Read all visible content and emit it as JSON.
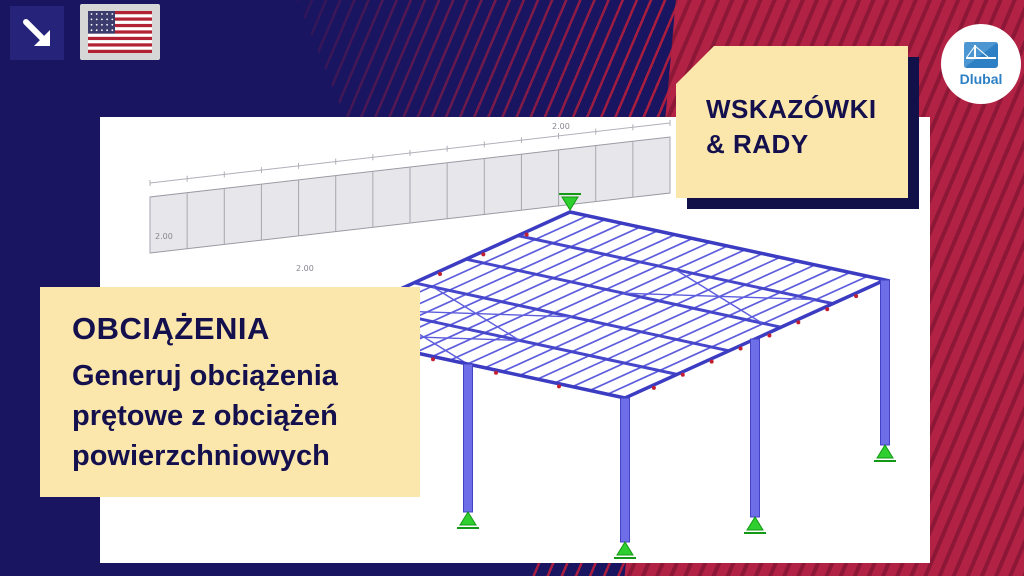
{
  "tips_badge": {
    "line1": "WSKAZÓWKI",
    "line2": "& RADY"
  },
  "caption_box": {
    "heading": "OBCIĄŻENIA",
    "lines": [
      "Generuj obciążenia",
      "prętowe z obciążeń",
      "powierzchniowych"
    ]
  },
  "brand": {
    "name": "Dlubal"
  },
  "model_view": {
    "dimension_labels": [
      "2.00",
      "2.00",
      "2.00"
    ]
  },
  "icons": {
    "corner_arrow": "down-right-arrow-icon",
    "language_flag": "us-flag-icon",
    "brand_logo": "dlubal-bridge-logo-icon"
  },
  "colors": {
    "navy": "#1a1560",
    "crimson": "#b22244",
    "cream": "#fbe7ab",
    "text_navy": "#14104e",
    "member_purple": "#5d5ddd",
    "support_green": "#2ecf2e",
    "logo_blue": "#2e80c4"
  }
}
